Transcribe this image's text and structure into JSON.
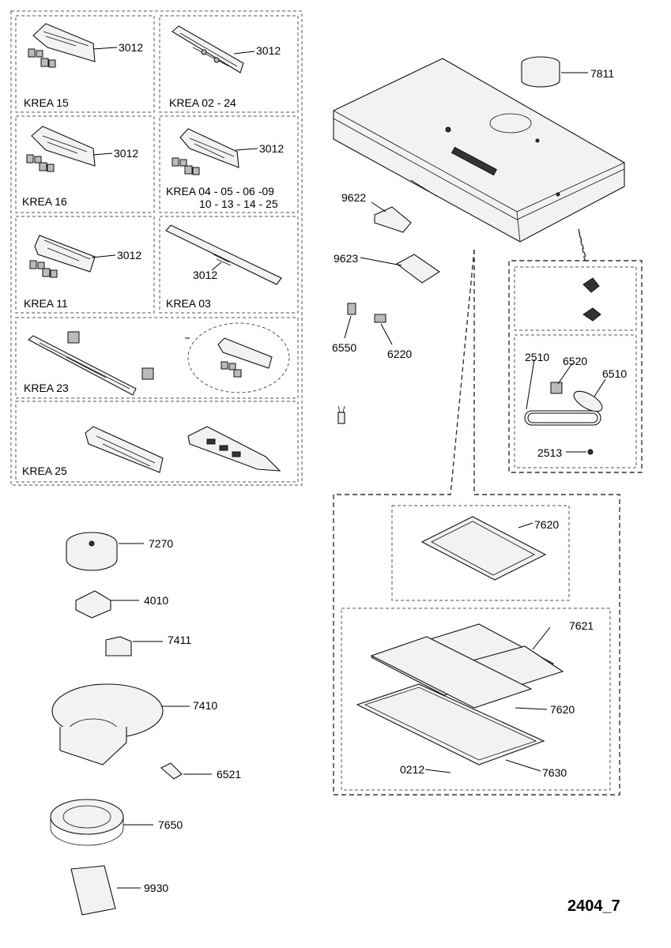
{
  "diagram": {
    "figure_id": "2404_7",
    "panels": [
      {
        "id": "krea15",
        "caption": "KREA 15",
        "part": "3012"
      },
      {
        "id": "krea0224",
        "caption": "KREA 02 - 24",
        "part": "3012"
      },
      {
        "id": "krea16",
        "caption": "KREA 16",
        "part": "3012"
      },
      {
        "id": "krea04",
        "caption_line1": "KREA 04 - 05 - 06 -09",
        "caption_line2": "10 - 13 - 14 - 25",
        "part": "3012"
      },
      {
        "id": "krea11",
        "caption": "KREA 11",
        "part": "3012"
      },
      {
        "id": "krea03",
        "caption": "KREA 03",
        "part": "3012"
      },
      {
        "id": "krea23",
        "caption": "KREA 23",
        "part": ""
      },
      {
        "id": "krea25",
        "caption": "KREA 25",
        "part": ""
      }
    ],
    "parts": {
      "p7811": "7811",
      "p9622": "9622",
      "p9623": "9623",
      "p6550": "6550",
      "p6220": "6220",
      "p2510": "2510",
      "p6520": "6520",
      "p6510": "6510",
      "p2513": "2513",
      "p7620a": "7620",
      "p7621": "7621",
      "p7620b": "7620",
      "p0212": "0212",
      "p7630": "7630",
      "p7270": "7270",
      "p4010": "4010",
      "p7411": "7411",
      "p7410": "7410",
      "p6521": "6521",
      "p7650": "7650",
      "p9930": "9930"
    }
  }
}
